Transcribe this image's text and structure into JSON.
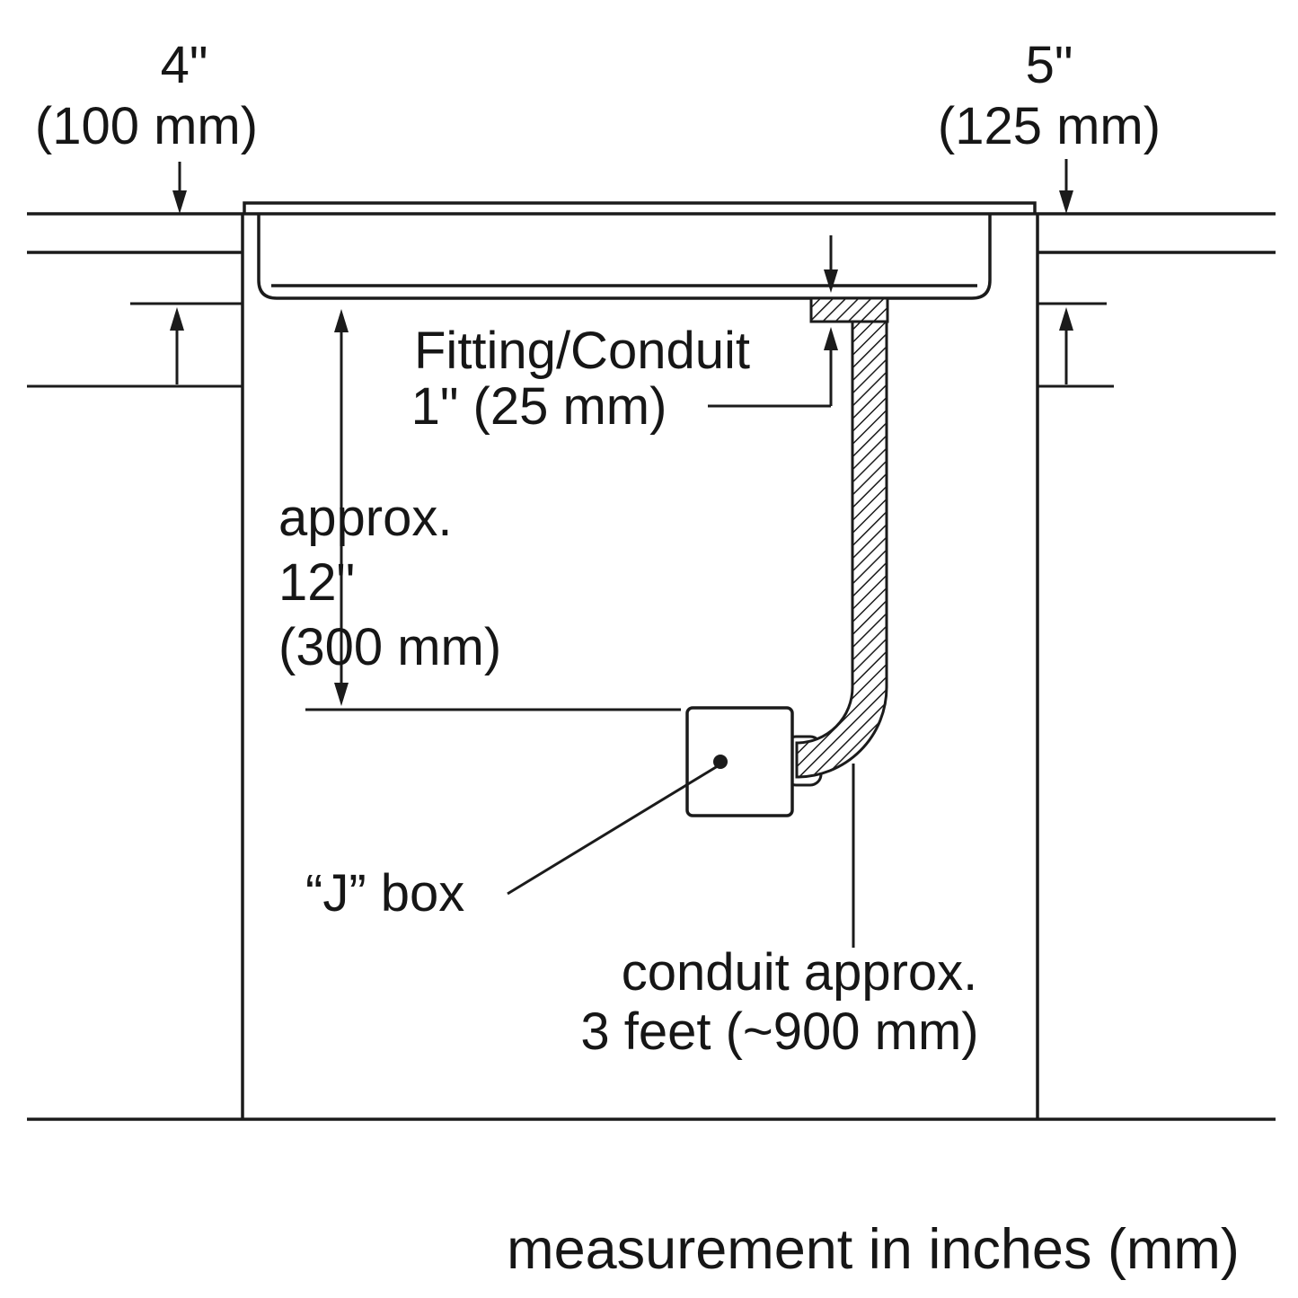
{
  "diagram": {
    "title_semantic": "cooktop-installation-cross-section",
    "top_left_dim": {
      "value": "4\"",
      "metric": "(100 mm)"
    },
    "top_right_dim": {
      "value": "5\"",
      "metric": "(125 mm)"
    },
    "fitting_label": {
      "line1": "Fitting/Conduit",
      "line2": "1\" (25 mm)"
    },
    "depth_dim": {
      "line1": "approx.",
      "line2": "12\"",
      "line3": "(300 mm)"
    },
    "jbox_label": "“J” box",
    "conduit_label": {
      "line1": "conduit approx.",
      "line2": "3 feet (~900 mm)"
    },
    "footer_note": "measurement in inches (mm)",
    "colors": {
      "line": "#1b1b1b",
      "background": "#ffffff"
    }
  }
}
